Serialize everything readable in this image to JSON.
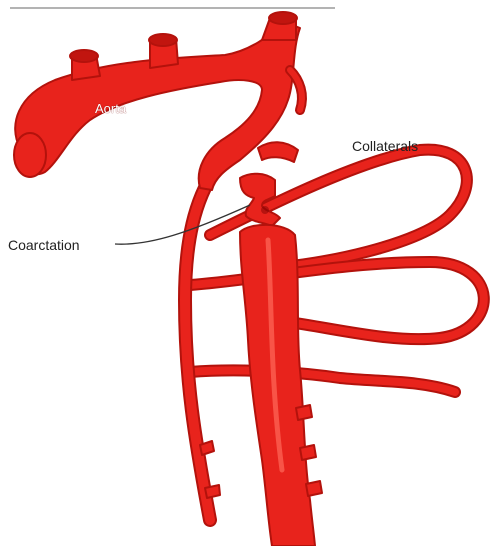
{
  "labels": {
    "aorta": "Aorta",
    "collaterals": "Collaterals",
    "coarctation": "Coarctation"
  },
  "colors": {
    "vessel": "#e8231c",
    "vessel_outline": "#b3120c",
    "highlight": "#ff6a5a",
    "background": "#ffffff",
    "label_text": "#222222"
  }
}
